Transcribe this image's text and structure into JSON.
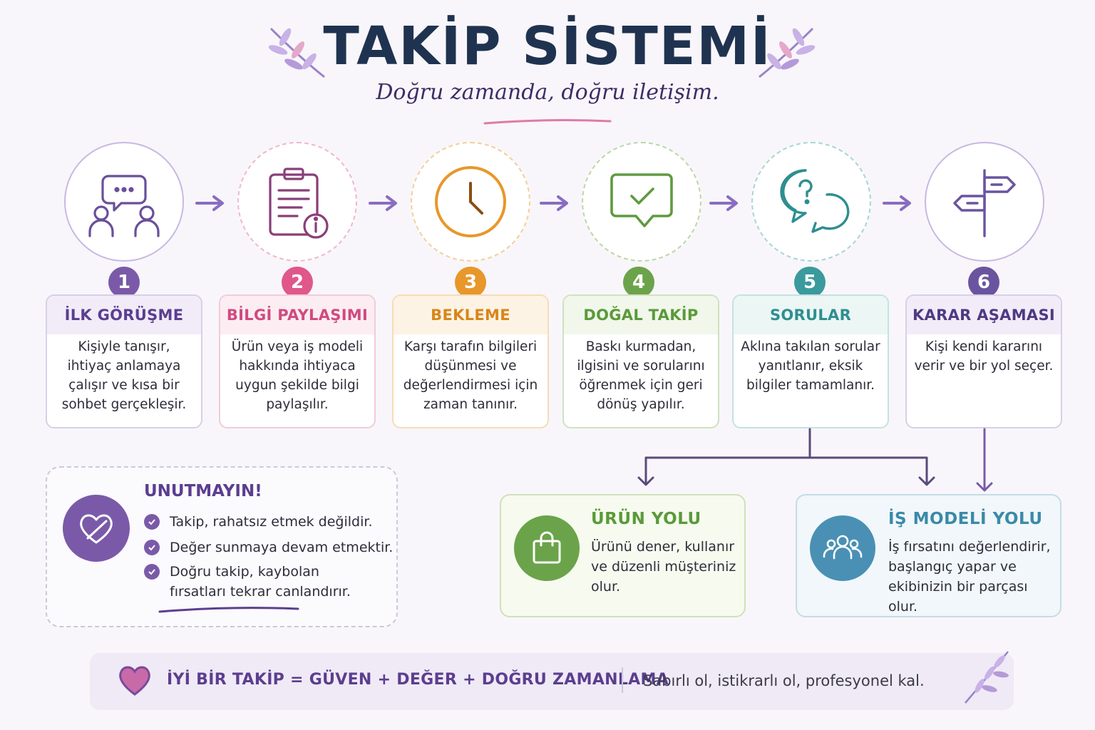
{
  "header": {
    "title": "TAKİP SİSTEMİ",
    "subtitle": "Doğru zamanda, doğru iletişim."
  },
  "steps": [
    {
      "number": "1",
      "title": "İLK GÖRÜŞME",
      "desc": "Kişiyle tanışır, ihtiyaç anlamaya çalışır ve kısa bir sohbet gerçekleşir.",
      "icon": "meeting-chat-icon",
      "color": "#7a5aa8"
    },
    {
      "number": "2",
      "title": "BİLGİ PAYLAŞIMI",
      "desc": "Ürün veya iş modeli hakkında ihtiyaca uygun şekilde bilgi paylaşılır.",
      "icon": "clipboard-info-icon",
      "color": "#e0578a"
    },
    {
      "number": "3",
      "title": "BEKLEME",
      "desc": "Karşı tarafın bilgileri düşünmesi ve değerlendirmesi için zaman tanınır.",
      "icon": "clock-icon",
      "color": "#e8972a"
    },
    {
      "number": "4",
      "title": "DOĞAL TAKİP",
      "desc": "Baskı kurmadan, ilgisini ve sorularını öğrenmek için geri dönüş yapılır.",
      "icon": "check-message-icon",
      "color": "#6ba34a"
    },
    {
      "number": "5",
      "title": "SORULAR",
      "desc": "Aklına takılan sorular yanıtlanır, eksik bilgiler tamamlanır.",
      "icon": "question-bubbles-icon",
      "color": "#3a9a9c"
    },
    {
      "number": "6",
      "title": "KARAR AŞAMASI",
      "desc": "Kişi kendi kararını verir ve bir yol seçer.",
      "icon": "signpost-icon",
      "color": "#6a54a0"
    }
  ],
  "reminder": {
    "title": "UNUTMAYIN!",
    "items": [
      "Takip, rahatsız etmek değildir.",
      "Değer sunmaya devam etmektir.",
      "Doğru takip, kaybolan fırsatları tekrar canlandırır."
    ]
  },
  "paths": {
    "product": {
      "title": "ÜRÜN YOLU",
      "desc": "Ürünü dener, kullanır ve düzenli müşteriniz olur.",
      "color": "#6ba34a"
    },
    "business": {
      "title": "İŞ MODELİ YOLU",
      "desc": "İş fırsatını değerlendirir, başlangıç yapar ve ekibinizin bir parçası olur.",
      "color": "#3a8aa8"
    }
  },
  "footer": {
    "main": "İYİ BİR TAKİP = GÜVEN + DEĞER + DOĞRU ZAMANLAMA",
    "sub": "Sabırlı ol, istikrarlı ol, profesyonel kal."
  }
}
